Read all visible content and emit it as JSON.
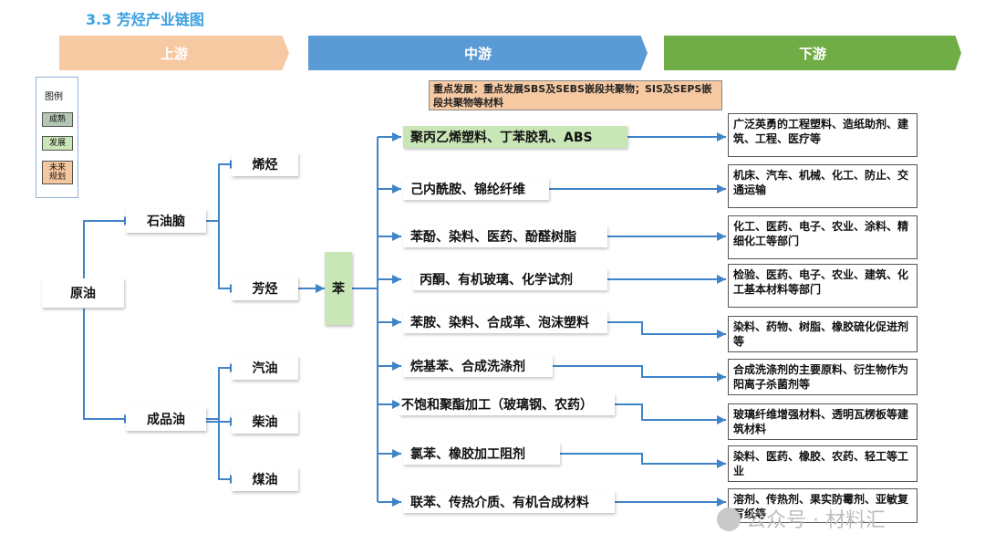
{
  "title": "3.3  芳烃产业链图",
  "banners": {
    "upstream": "上游",
    "midstream": "中游",
    "downstream": "下游"
  },
  "colors": {
    "upstream": "#f6c9a3",
    "midstream": "#5b9bd5",
    "downstream": "#70ad47",
    "develop": "#c9e6b7",
    "mature": "#b4c7b4",
    "future": "#f4c79e",
    "line": "#3f83c8"
  },
  "legend": {
    "title": "图例",
    "mature": "成熟",
    "develop": "发展",
    "future": "未来\n规划"
  },
  "note": "重点发展：重点发展SBS及SEBS嵌段共聚物；SIS及SEPS嵌段共聚物等材料",
  "nodes": {
    "crude": "原油",
    "naphtha": "石油脑",
    "refined": "成品油",
    "olefin": "烯烃",
    "aromatics": "芳烃",
    "gasoline": "汽油",
    "diesel": "柴油",
    "kerosene": "煤油",
    "benzene": "苯"
  },
  "mid": [
    "聚丙乙烯塑料、丁苯胶乳、ABS",
    "己内酰胺、锦纶纤维",
    "苯酚、染料、医药、酚醛树脂",
    "丙酮、有机玻璃、化学试剂",
    "苯胺、染料、合成革、泡沫塑料",
    "烷基苯、合成洗涤剂",
    "不饱和聚酯加工（玻璃钢、农药）",
    "氯苯、橡胶加工阻剂",
    "联苯、传热介质、有机合成材料"
  ],
  "down": [
    "广泛英勇的工程塑料、造纸助剂、建筑、工程、医疗等",
    "机床、汽车、机械、化工、防止、交通运输",
    "化工、医药、电子、农业、涂料、精细化工等部门",
    "检验、医药、电子、农业、建筑、化工基本材料等部门",
    "染料、药物、树脂、橡胶硫化促进剂等",
    "合成洗涤剂的主要原料、衍生物作为阳离子杀菌剂等",
    "玻璃纤维增强材料、透明瓦楞板等建筑材料",
    "染料、医药、橡胶、农药、轻工等工业",
    "溶剂、传热剂、果实防霉剂、亚敏复写纸等"
  ],
  "watermark": "公众号 · 材料汇"
}
